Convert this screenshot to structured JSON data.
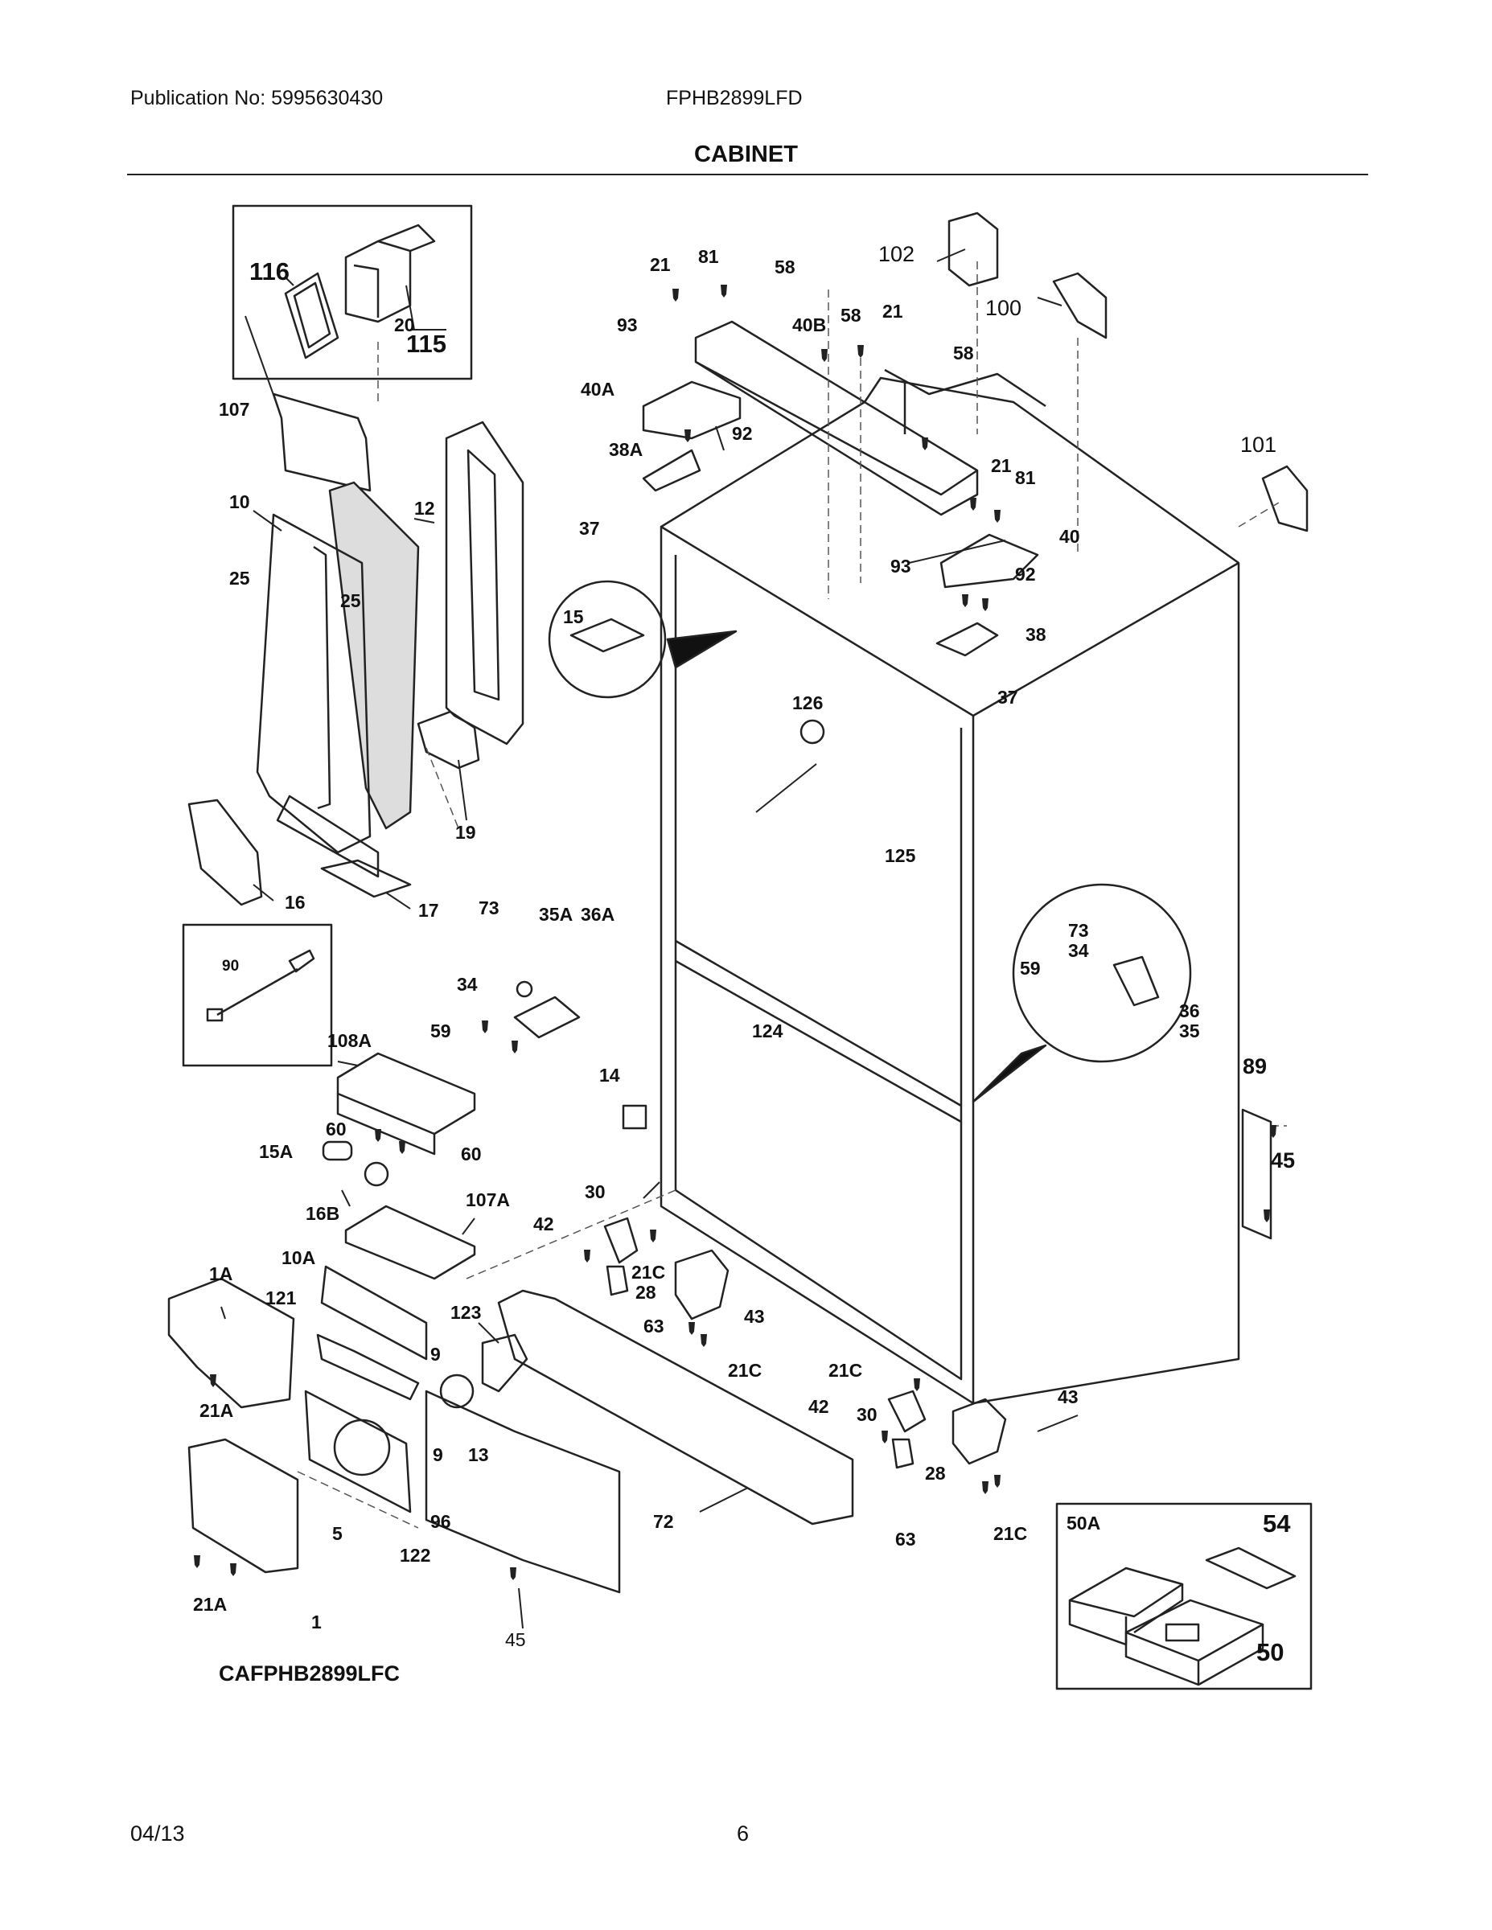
{
  "header": {
    "publication": "Publication No: 5995630430",
    "model": "FPHB2899LFD",
    "title": "CABINET"
  },
  "footer": {
    "date": "04/13",
    "page": "6"
  },
  "diagram": {
    "drawing_code": "CAFPHB2899LFC",
    "callouts": [
      {
        "id": "c116",
        "text": "116"
      },
      {
        "id": "c115",
        "text": "115"
      },
      {
        "id": "c107",
        "text": "107"
      },
      {
        "id": "c20",
        "text": "20"
      },
      {
        "id": "c10",
        "text": "10"
      },
      {
        "id": "c12",
        "text": "12"
      },
      {
        "id": "c25a",
        "text": "25"
      },
      {
        "id": "c25b",
        "text": "25"
      },
      {
        "id": "c19",
        "text": "19"
      },
      {
        "id": "c16",
        "text": "16"
      },
      {
        "id": "c17",
        "text": "17"
      },
      {
        "id": "c90",
        "text": "90"
      },
      {
        "id": "c108A",
        "text": "108A"
      },
      {
        "id": "c60a",
        "text": "60"
      },
      {
        "id": "c60b",
        "text": "60"
      },
      {
        "id": "c15A",
        "text": "15A"
      },
      {
        "id": "c16B",
        "text": "16B"
      },
      {
        "id": "c107A",
        "text": "107A"
      },
      {
        "id": "c1A",
        "text": "1A"
      },
      {
        "id": "c10A",
        "text": "10A"
      },
      {
        "id": "c121",
        "text": "121"
      },
      {
        "id": "c123",
        "text": "123"
      },
      {
        "id": "c9a",
        "text": "9"
      },
      {
        "id": "c9b",
        "text": "9"
      },
      {
        "id": "c13",
        "text": "13"
      },
      {
        "id": "c21Aa",
        "text": "21A"
      },
      {
        "id": "c21Ab",
        "text": "21A"
      },
      {
        "id": "c5",
        "text": "5"
      },
      {
        "id": "c96",
        "text": "96"
      },
      {
        "id": "c122",
        "text": "122"
      },
      {
        "id": "c1",
        "text": "1"
      },
      {
        "id": "c45a",
        "text": "45"
      },
      {
        "id": "c72",
        "text": "72"
      },
      {
        "id": "c73a",
        "text": "73"
      },
      {
        "id": "c35A",
        "text": "35A"
      },
      {
        "id": "c36A",
        "text": "36A"
      },
      {
        "id": "c34a",
        "text": "34"
      },
      {
        "id": "c59a",
        "text": "59"
      },
      {
        "id": "c14",
        "text": "14"
      },
      {
        "id": "c30a",
        "text": "30"
      },
      {
        "id": "c42a",
        "text": "42"
      },
      {
        "id": "c21Ca",
        "text": "21C"
      },
      {
        "id": "c28a",
        "text": "28"
      },
      {
        "id": "c63a",
        "text": "63"
      },
      {
        "id": "c43a",
        "text": "43"
      },
      {
        "id": "c21Cb",
        "text": "21C"
      },
      {
        "id": "c21Cc",
        "text": "21C"
      },
      {
        "id": "c42b",
        "text": "42"
      },
      {
        "id": "c30b",
        "text": "30"
      },
      {
        "id": "c43b",
        "text": "43"
      },
      {
        "id": "c28b",
        "text": "28"
      },
      {
        "id": "c63b",
        "text": "63"
      },
      {
        "id": "c21Cd",
        "text": "21C"
      },
      {
        "id": "c50A",
        "text": "50A"
      },
      {
        "id": "c54",
        "text": "54"
      },
      {
        "id": "c50",
        "text": "50"
      },
      {
        "id": "c89",
        "text": "89"
      },
      {
        "id": "c45b",
        "text": "45"
      },
      {
        "id": "c73b",
        "text": "73"
      },
      {
        "id": "c34b",
        "text": "34"
      },
      {
        "id": "c59b",
        "text": "59"
      },
      {
        "id": "c36",
        "text": "36"
      },
      {
        "id": "c35",
        "text": "35"
      },
      {
        "id": "c124",
        "text": "124"
      },
      {
        "id": "c125",
        "text": "125"
      },
      {
        "id": "c126",
        "text": "126"
      },
      {
        "id": "c15",
        "text": "15"
      },
      {
        "id": "c37a",
        "text": "37"
      },
      {
        "id": "c37b",
        "text": "37"
      },
      {
        "id": "c38A",
        "text": "38A"
      },
      {
        "id": "c38",
        "text": "38"
      },
      {
        "id": "c92a",
        "text": "92"
      },
      {
        "id": "c92b",
        "text": "92"
      },
      {
        "id": "c40A",
        "text": "40A"
      },
      {
        "id": "c40",
        "text": "40"
      },
      {
        "id": "c40B",
        "text": "40B"
      },
      {
        "id": "c93a",
        "text": "93"
      },
      {
        "id": "c93b",
        "text": "93"
      },
      {
        "id": "c21a",
        "text": "21"
      },
      {
        "id": "c21b",
        "text": "21"
      },
      {
        "id": "c21c",
        "text": "21"
      },
      {
        "id": "c81a",
        "text": "81"
      },
      {
        "id": "c81b",
        "text": "81"
      },
      {
        "id": "c58a",
        "text": "58"
      },
      {
        "id": "c58b",
        "text": "58"
      },
      {
        "id": "c58c",
        "text": "58"
      },
      {
        "id": "c102",
        "text": "102"
      },
      {
        "id": "c100",
        "text": "100"
      },
      {
        "id": "c101",
        "text": "101"
      }
    ]
  }
}
